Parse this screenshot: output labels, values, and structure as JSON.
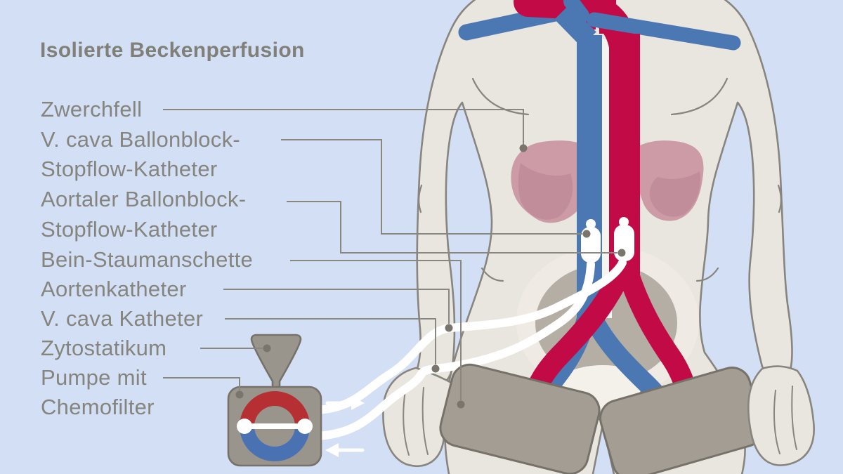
{
  "title": "Isolierte Beckenperfusion",
  "labels": [
    {
      "id": "zwerchfell",
      "lines": [
        "Zwerchfell"
      ]
    },
    {
      "id": "v-cava-ballonblock",
      "lines": [
        "V. cava Ballonblock-",
        "Stopflow-Katheter"
      ]
    },
    {
      "id": "aortaler-ballonblock",
      "lines": [
        "Aortaler Ballonblock-",
        "Stopflow-Katheter"
      ]
    },
    {
      "id": "bein-staumanschette",
      "lines": [
        "Bein-Staumanschette"
      ]
    },
    {
      "id": "aortenkatheter",
      "lines": [
        "Aortenkatheter"
      ]
    },
    {
      "id": "v-cava-katheter",
      "lines": [
        "V. cava Katheter"
      ]
    },
    {
      "id": "zytostatikum",
      "lines": [
        "Zytostatikum"
      ]
    },
    {
      "id": "pumpe-mit-chemofilter",
      "lines": [
        "Pumpe mit",
        "Chemofilter"
      ]
    }
  ],
  "colors": {
    "background": "#d2dff5",
    "body_fill": "#e9e6e0",
    "body_outline": "#88857e",
    "vessel_red": "#c20b46",
    "vessel_blue": "#4b77b2",
    "diaphragm_pink": "#cd9ba6",
    "diaphragm_pink_dark": "#c08b99",
    "pelvis_gray": "#b4aea4",
    "pelvis_ring": "#efebe4",
    "cuff_gray": "#a39d93",
    "device_gray": "#9a958c",
    "device_outline": "#76726a",
    "rotor_red": "#b52f33",
    "rotor_blue": "#4a72b3",
    "tube_white": "#ffffff",
    "text_gray": "#85847d",
    "leader_line": "#8a8781"
  }
}
